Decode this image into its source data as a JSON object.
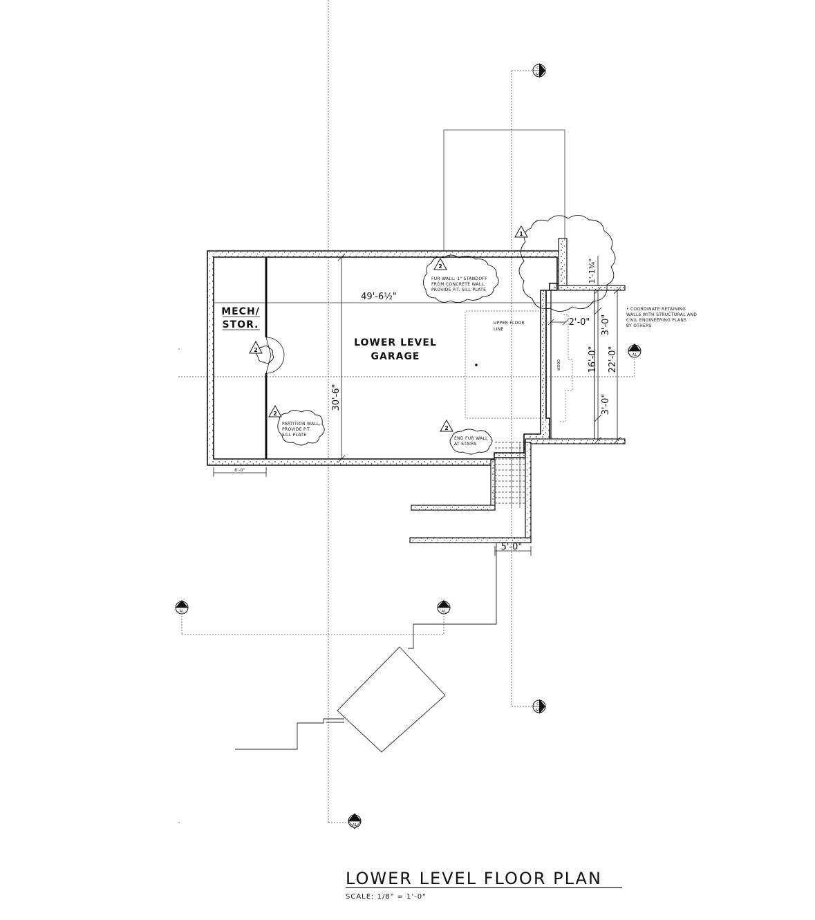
{
  "rooms": {
    "mech_line1": "MECH/",
    "mech_line2": "STOR.",
    "garage_line1": "LOWER LEVEL",
    "garage_line2": "GARAGE"
  },
  "dimensions": {
    "overall_width": "49'-6½\"",
    "overall_depth": "30'-6\"",
    "mech_width": "8'-0\"",
    "offset_2ft": "2'-0\"",
    "dim_3ft_top": "3'-0\"",
    "dim_16ft": "16'-0\"",
    "dim_22ft": "22'-0\"",
    "dim_3ft_bottom": "3'-0\"",
    "dim_1ft": "1'-1¾\"",
    "stair_width": "5'-0\""
  },
  "notes": {
    "fur_wall_line1": "FUR WALL: 1\" STANDOFF",
    "fur_wall_line2": "FROM CONCRETE WALL,",
    "fur_wall_line3": "PROVIDE P.T. SILL PLATE",
    "partition_line1": "PARTITION WALL,",
    "partition_line2": "PROVIDE P.T.",
    "partition_line3": "SILL PLATE",
    "end_fur_line1": "END FUR WALL",
    "end_fur_line2": "AT STAIRS",
    "upper_floor_line1": "UPPER FLOOR",
    "upper_floor_line2": "LINE",
    "wood_label": "WOOD",
    "retaining_line1": "• COORDINATE RETAINING",
    "retaining_line2": "WALLS WITH STRUCTURAL AND",
    "retaining_line3": "CIVIL ENGINEERING PLANS",
    "retaining_line4": "BY OTHERS"
  },
  "revision_tags": {
    "rev1": "1",
    "rev2a": "2",
    "rev2b": "2",
    "rev2c": "2",
    "rev2d": "2"
  },
  "section_markers": {
    "c_top_letter": "C",
    "c_top_sheet": "A1",
    "c_bottom_letter": "C",
    "c_bottom_sheet": "A1",
    "d_left_letter": "D",
    "d_left_sheet": "A1",
    "a_mid_letter": "A",
    "a_mid_sheet": "A1",
    "e_right_letter": "E",
    "e_right_sheet": "A1",
    "b_bottom_letter": "B",
    "b_bottom_sheet": "A1"
  },
  "title_block": {
    "title": "LOWER LEVEL FLOOR PLAN",
    "scale": "SCALE: 1/8\" = 1'-0\""
  }
}
